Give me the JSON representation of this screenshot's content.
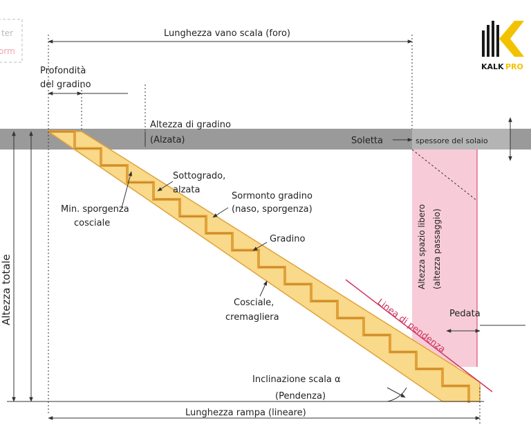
{
  "watermark": {
    "top_text": "ter",
    "bottom_text": "orm"
  },
  "brand": {
    "name_left": "KALK",
    "name_right": "PRO",
    "color_black": "#1a1a1a",
    "color_yellow": "#f2c200"
  },
  "labels": {
    "span_length": "Lunghezza vano scala (foro)",
    "tread_depth_1": "Profondità",
    "tread_depth_2": "del gradino",
    "riser_height_1": "Altezza di gradino",
    "riser_height_2": "(Alzata)",
    "slab": "Soletta",
    "slab_thickness": "spessore del solaio",
    "riser_1": "Sottogrado,",
    "riser_2": "alzata",
    "min_overhang_1": "Min. sporgenza",
    "min_overhang_2": "cosciale",
    "nosing_1": "Sormonto gradino",
    "nosing_2": "(naso, sporgenza)",
    "step": "Gradino",
    "clear_height_1": "Altezza spazio libero",
    "clear_height_2": "(altezza passaggio)",
    "stringer_1": "Cosciale,",
    "stringer_2": "cremagliera",
    "slope_line": "Linea di pendenza",
    "total_height": "Altezza totale",
    "tread": "Pedata",
    "incline_1": "Inclinazione scala α",
    "incline_2": "(Pendenza)",
    "run_length": "Lunghezza rampa (lineare)"
  },
  "colors": {
    "wood": "#f9d98a",
    "wood_edge": "#e0a23a",
    "slab": "#9a9a9a",
    "clearance_fill": "#f4b6c8",
    "line": "#333333",
    "slope_red": "#d0345f"
  }
}
